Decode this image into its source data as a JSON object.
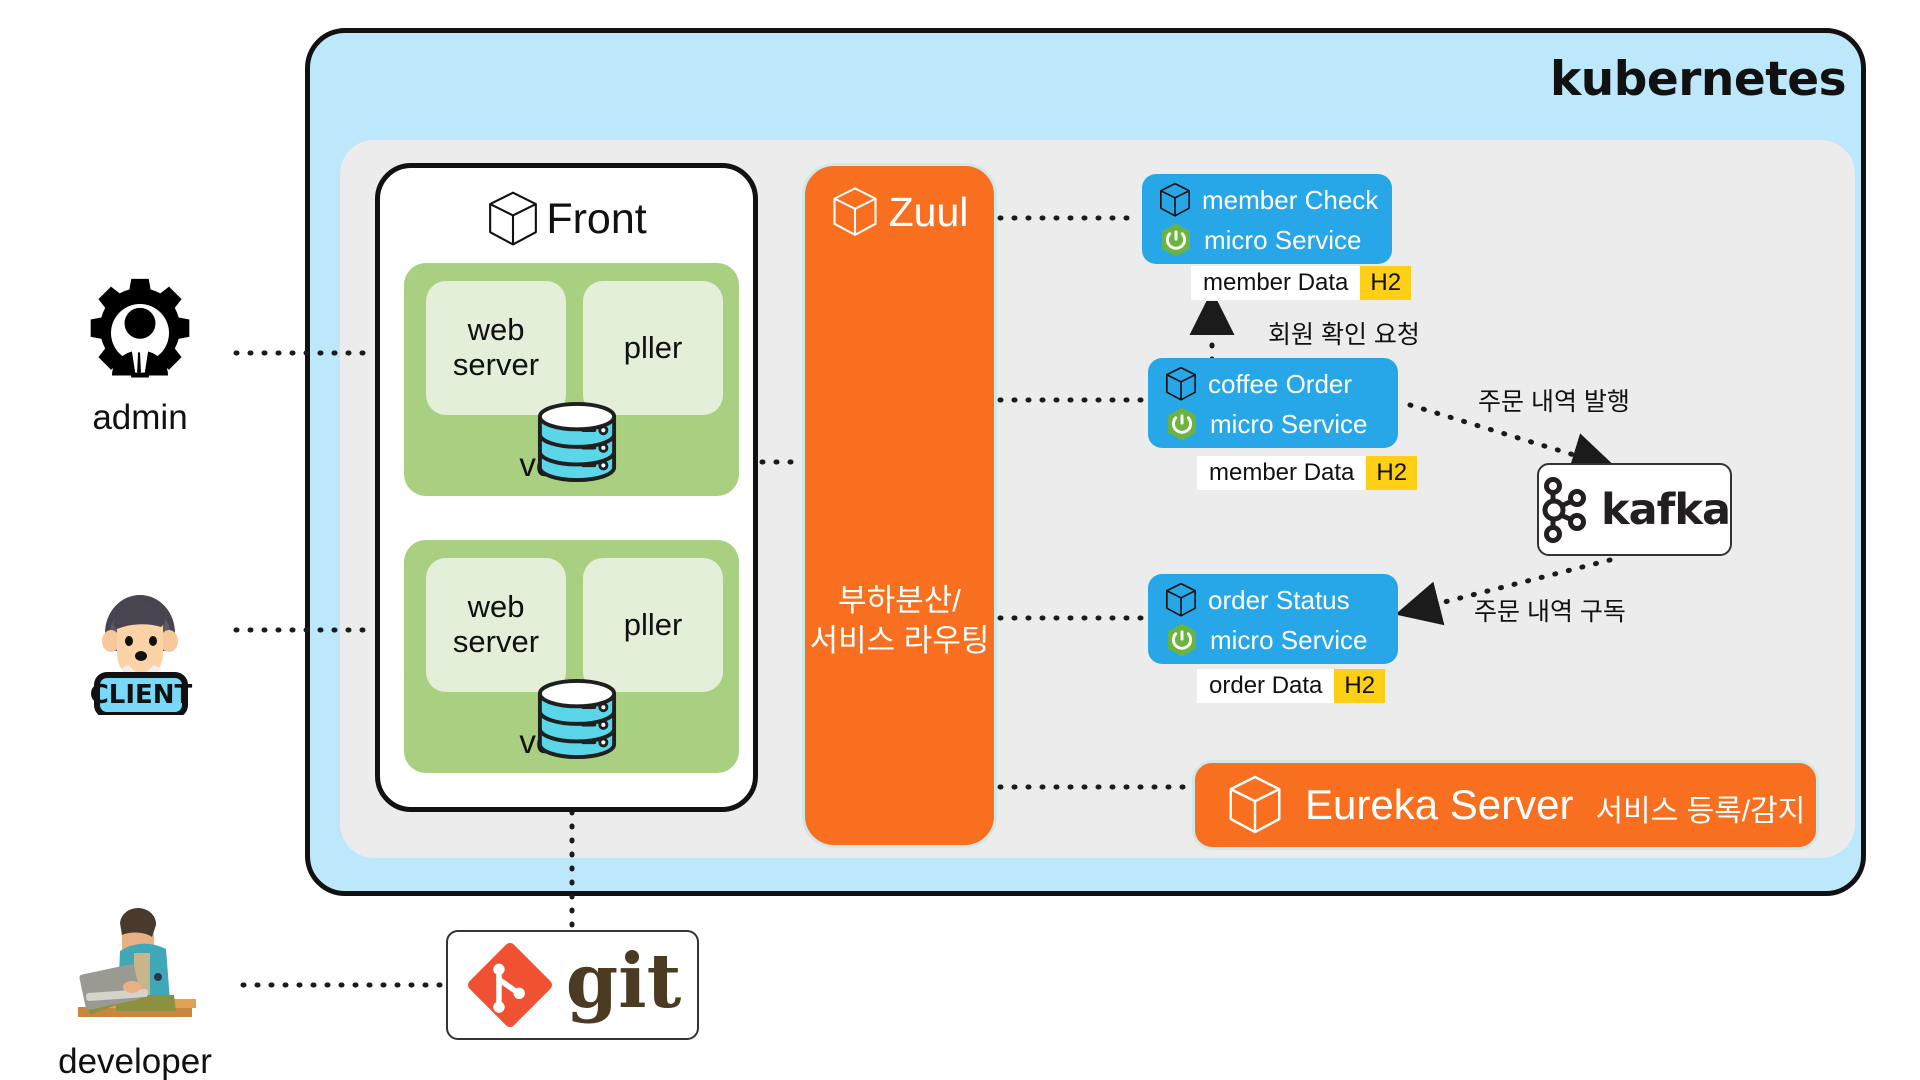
{
  "cluster": {
    "logo_alt": "kubernetes-logo",
    "logo_text": "kubernetes"
  },
  "front": {
    "title": "Front",
    "icon": "cube-icon",
    "pods": [
      {
        "cells": [
          "web server",
          "pller"
        ],
        "volume_label": "vol",
        "volume_icon": "database-icon"
      },
      {
        "cells": [
          "web server",
          "pller"
        ],
        "volume_label": "vol",
        "volume_icon": "database-icon"
      }
    ]
  },
  "zuul": {
    "title": "Zuul",
    "icon": "cube-icon",
    "subtitle_line1": "부하분산/",
    "subtitle_line2": "서비스 라우팅"
  },
  "microservices": [
    {
      "name": "member Check",
      "kind": "micro Service",
      "icon": "cube-icon",
      "runtime_icon": "spring-boot-icon",
      "data_label": "member Data",
      "db_label": "H2"
    },
    {
      "name": "coffee Order",
      "kind": "micro Service",
      "icon": "cube-icon",
      "runtime_icon": "spring-boot-icon",
      "data_label": "member Data",
      "db_label": "H2"
    },
    {
      "name": "order Status",
      "kind": "micro Service",
      "icon": "cube-icon",
      "runtime_icon": "spring-boot-icon",
      "data_label": "order Data",
      "db_label": "H2"
    }
  ],
  "kafka": {
    "logo_alt": "kafka-logo",
    "label": "kafka"
  },
  "eureka": {
    "icon": "cube-icon",
    "name": "Eureka Server",
    "description": "서비스 등록/감지"
  },
  "git": {
    "logo_alt": "git-logo",
    "label": "git"
  },
  "actors": [
    {
      "id": "admin",
      "label": "admin",
      "icon": "admin-gear-person-icon"
    },
    {
      "id": "client",
      "label": "CLIENT",
      "caption": "",
      "icon": "client-person-icon"
    },
    {
      "id": "developer",
      "label": "developer",
      "icon": "developer-person-icon"
    }
  ],
  "annotations": {
    "member_check_request": "회원 확인 요청",
    "order_publish": "주문 내역 발행",
    "order_subscribe": "주문 내역 구독"
  },
  "colors": {
    "cluster_bg": "#bde7fb",
    "panel_bg": "#ececec",
    "pod_bg": "#a8d080",
    "pod_cell_bg": "#e3efd8",
    "orange": "#f96f20",
    "blue_service": "#27a7e7",
    "db_yellow": "#fdd017",
    "volume_cyan": "#5bd6e8"
  }
}
